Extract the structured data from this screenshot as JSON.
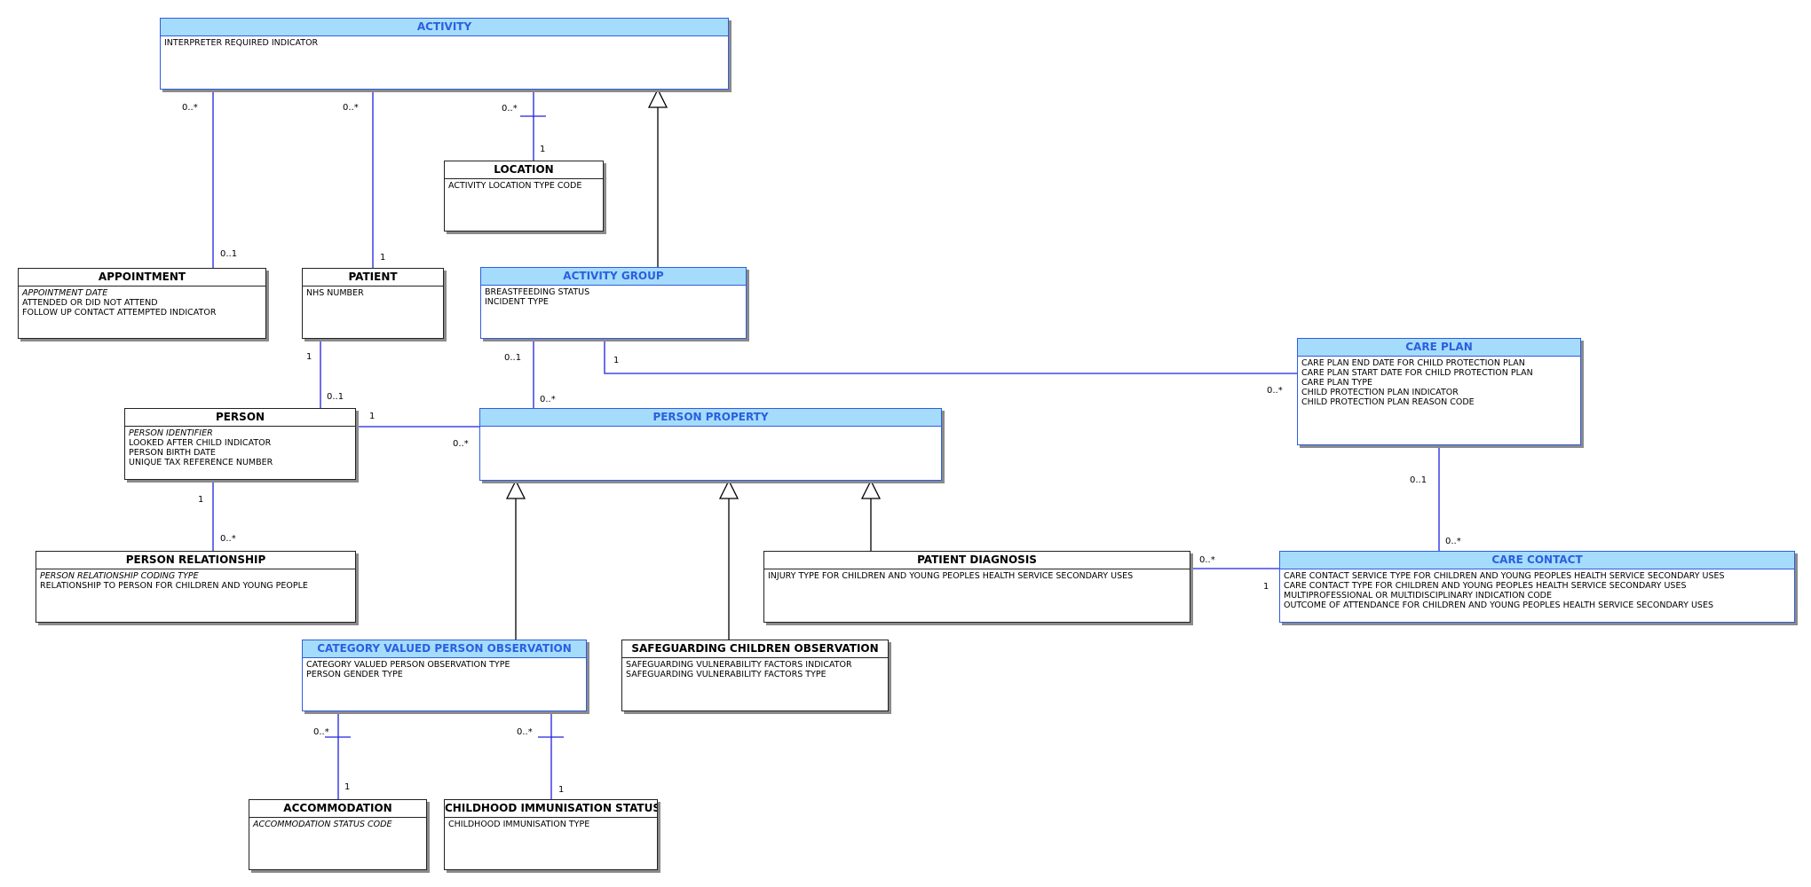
{
  "entities": {
    "activity": {
      "name": "ACTIVITY",
      "attrs": [
        "INTERPRETER REQUIRED INDICATOR"
      ]
    },
    "location": {
      "name": "LOCATION",
      "attrs": [
        "ACTIVITY LOCATION TYPE CODE"
      ]
    },
    "appointment": {
      "name": "APPOINTMENT",
      "attrs_italic": [
        "APPOINTMENT DATE"
      ],
      "attrs": [
        "ATTENDED OR DID NOT ATTEND",
        "FOLLOW UP CONTACT ATTEMPTED INDICATOR"
      ]
    },
    "patient": {
      "name": "PATIENT",
      "attrs": [
        "NHS NUMBER"
      ]
    },
    "activity_group": {
      "name": "ACTIVITY GROUP",
      "attrs": [
        "BREASTFEEDING STATUS",
        "INCIDENT TYPE"
      ]
    },
    "care_plan": {
      "name": "CARE PLAN",
      "attrs": [
        "CARE PLAN END DATE FOR CHILD PROTECTION PLAN",
        "CARE PLAN START DATE FOR CHILD PROTECTION PLAN",
        "CARE PLAN TYPE",
        "CHILD PROTECTION PLAN INDICATOR",
        "CHILD PROTECTION PLAN REASON CODE"
      ]
    },
    "person": {
      "name": "PERSON",
      "attrs_italic": [
        "PERSON IDENTIFIER"
      ],
      "attrs": [
        "LOOKED AFTER CHILD INDICATOR",
        "PERSON BIRTH DATE",
        "UNIQUE TAX REFERENCE NUMBER"
      ]
    },
    "person_property": {
      "name": "PERSON PROPERTY",
      "attrs": []
    },
    "person_relationship": {
      "name": "PERSON RELATIONSHIP",
      "attrs_italic": [
        "PERSON RELATIONSHIP CODING TYPE"
      ],
      "attrs": [
        "RELATIONSHIP TO PERSON FOR CHILDREN AND YOUNG PEOPLE"
      ]
    },
    "patient_diagnosis": {
      "name": "PATIENT DIAGNOSIS",
      "attrs": [
        "INJURY TYPE FOR CHILDREN AND YOUNG PEOPLES HEALTH SERVICE SECONDARY USES"
      ]
    },
    "care_contact": {
      "name": "CARE CONTACT",
      "attrs": [
        "CARE CONTACT SERVICE TYPE FOR CHILDREN AND YOUNG PEOPLES HEALTH SERVICE SECONDARY USES",
        "CARE CONTACT TYPE FOR CHILDREN AND YOUNG PEOPLES HEALTH SERVICE SECONDARY USES",
        "MULTIPROFESSIONAL OR MULTIDISCIPLINARY INDICATION CODE",
        "OUTCOME OF ATTENDANCE FOR CHILDREN AND YOUNG PEOPLES HEALTH SERVICE SECONDARY USES"
      ]
    },
    "category_valued": {
      "name": "CATEGORY VALUED PERSON OBSERVATION",
      "attrs": [
        "CATEGORY VALUED PERSON OBSERVATION TYPE",
        "PERSON GENDER TYPE"
      ]
    },
    "safeguarding": {
      "name": "SAFEGUARDING CHILDREN OBSERVATION",
      "attrs": [
        "SAFEGUARDING VULNERABILITY FACTORS INDICATOR",
        "SAFEGUARDING VULNERABILITY FACTORS TYPE"
      ]
    },
    "accommodation": {
      "name": "ACCOMMODATION",
      "attrs_italic": [
        "ACCOMMODATION STATUS CODE"
      ],
      "attrs": []
    },
    "immunisation": {
      "name": "CHILDHOOD IMMUNISATION STATUS",
      "attrs": [
        "CHILDHOOD IMMUNISATION TYPE"
      ]
    }
  },
  "multiplicities": {
    "activity_appointment_top": "0..*",
    "activity_appointment_bottom": "0..1",
    "activity_patient_top": "0..*",
    "activity_patient_bottom": "1",
    "activity_location_top": "0..*",
    "activity_location_bottom": "1",
    "patient_person_top": "1",
    "patient_person_bottom": "0..1",
    "person_property_left": "1",
    "person_property_right": "0..*",
    "group_property_top": "0..1",
    "group_property_bottom": "0..*",
    "group_careplan_left": "1",
    "group_careplan_right": "0..*",
    "careplan_contact_top": "0..1",
    "careplan_contact_bottom": "0..*",
    "person_relationship_top": "1",
    "person_relationship_bottom": "0..*",
    "diagnosis_contact_left": "0..*",
    "diagnosis_contact_right": "1",
    "category_accommodation_top": "0..*",
    "category_accommodation_bottom": "1",
    "category_immunisation_top": "0..*",
    "category_immunisation_bottom": "1"
  },
  "colors": {
    "association_line": "#2020e0",
    "generalization_line": "#000000",
    "highlight_header": "#a6dcfb",
    "highlight_text": "#2a5fe0"
  }
}
